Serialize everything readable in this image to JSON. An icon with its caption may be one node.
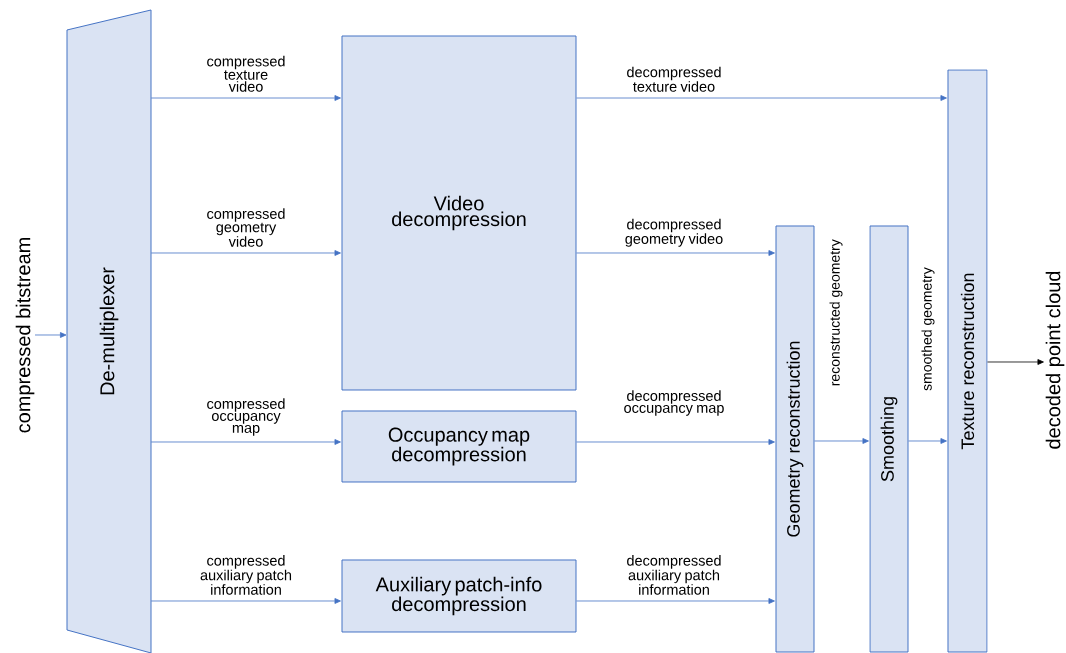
{
  "diagram": {
    "nodes": [
      {
        "text": [
          "compressed bitstream"
        ]
      },
      {
        "text": [
          "De-multiplexer"
        ]
      },
      {
        "text": [
          "Video decompression"
        ]
      },
      {
        "text": [
          "Occupancy map decompression"
        ]
      },
      {
        "text": [
          "Auxiliary patch-info decompression"
        ]
      },
      {
        "text": [
          "Geometry reconstruction"
        ]
      },
      {
        "text": [
          "Smoothing"
        ]
      },
      {
        "text": [
          "Texture reconstruction"
        ]
      },
      {
        "text": [
          "decoded point cloud"
        ]
      }
    ],
    "edges": [
      {
        "from": 0,
        "to": 1,
        "arrow": "to"
      },
      {
        "from": 1,
        "to": 2,
        "arrow": "to",
        "label": "compressed texture video"
      },
      {
        "from": 1,
        "to": 2,
        "arrow": "to",
        "label": "compressed geometry video"
      },
      {
        "from": 1,
        "to": 3,
        "arrow": "to",
        "label": "compressed occupancy map"
      },
      {
        "from": 1,
        "to": 4,
        "arrow": "to",
        "label": "compressed auxiliary patch information"
      },
      {
        "from": 2,
        "to": 7,
        "arrow": "to",
        "label": "decompressed texture video"
      },
      {
        "from": 2,
        "to": 5,
        "arrow": "to",
        "label": "decompressed geometry video"
      },
      {
        "from": 3,
        "to": 5,
        "arrow": "to",
        "label": "decompressed occupancy map"
      },
      {
        "from": 4,
        "to": 5,
        "arrow": "to",
        "label": "decompressed auxiliary patch information"
      },
      {
        "from": 5,
        "to": 6,
        "arrow": "to",
        "label": "reconstructed geometry"
      },
      {
        "from": 6,
        "to": 7,
        "arrow": "to",
        "label": "smoothed geometry"
      },
      {
        "from": 7,
        "to": 8,
        "arrow": "to",
        "color": "#000000"
      }
    ]
  }
}
